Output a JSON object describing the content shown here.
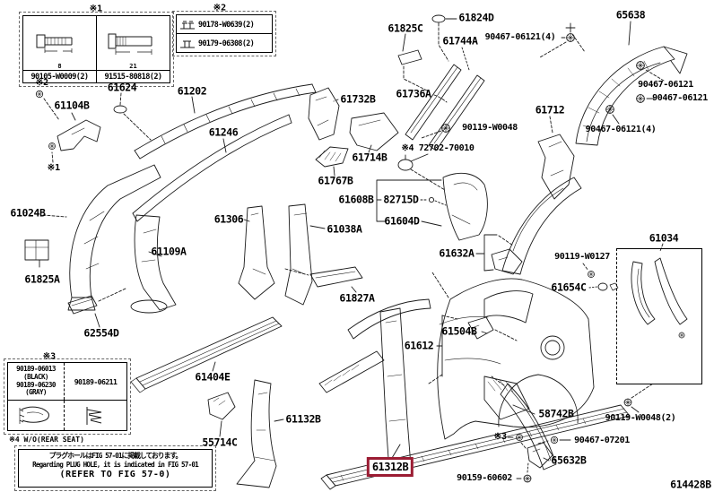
{
  "figure": {
    "code": "614428B",
    "highlight_color": "#9b1c33"
  },
  "highlight": {
    "part": "61312B"
  },
  "labels": {
    "l61825C": "61825C",
    "l61824D": "61824D",
    "l65638": "65638",
    "l90467_06121_4_top": "90467-06121(4)",
    "l61744A": "61744A",
    "l90467_06121_a": "90467-06121",
    "l90467_06121_b": "90467-06121",
    "l90467_06121_4_right": "90467-06121(4)",
    "l61736A": "61736A",
    "l61732B": "61732B",
    "l61624": "61624",
    "l61202": "61202",
    "l61104B": "61104B",
    "lstar2": "※2",
    "l61246": "61246",
    "lstar1": "※1",
    "l61024B": "61024B",
    "l61825A": "61825A",
    "l61109A": "61109A",
    "l61306": "61306",
    "l61038A": "61038A",
    "l61767B": "61767B",
    "l61714B": "61714B",
    "l61608B": "61608B",
    "l82715D": "82715D",
    "l61604D": "61604D",
    "lstar4_72702": "※4 72702-70010",
    "l90119_W0048": "90119-W0048",
    "l61712": "61712",
    "l61632A": "61632A",
    "l90119_W0127": "90119-W0127",
    "l61654C": "61654C",
    "l61034": "61034",
    "l61827A": "61827A",
    "l61504B": "61504B",
    "l61612": "61612",
    "l62554D": "62554D",
    "l61404E": "61404E",
    "l61132B": "61132B",
    "l55714C": "55714C",
    "l58742B": "58742B",
    "l90119_W0048_2": "90119-W0048(2)",
    "lstar3_mark": "※3",
    "l90467_07201": "90467-07201",
    "l65632B": "65632B",
    "l90159_60602": "90159-60602"
  },
  "ref_box_1": {
    "header": "※1",
    "cell1_part": "90105-W0009(2)",
    "cell1_dim": "8",
    "cell2_part": "91515-80818(2)",
    "cell2_dim": "21"
  },
  "ref_box_2": {
    "header": "※2",
    "row1_part": "90178-W0639(2)",
    "row2_part": "90179-06308(2)"
  },
  "ref_box_3": {
    "header": "※3",
    "left_p1": "90189-06013",
    "left_p1_color": "(BLACK)",
    "left_p2": "90189-06230",
    "left_p2_color": "(GRAY)",
    "right_part": "90189-06211"
  },
  "note": {
    "prefix": "※4 W/O(REAR SEAT)",
    "line_jp": "プラグホールはFIG 57-01に掲載しております。",
    "line_en": "Regarding PLUG HOLE, it is indicated in FIG 57-01",
    "line_ref": "(REFER TO FIG 57-0)"
  }
}
